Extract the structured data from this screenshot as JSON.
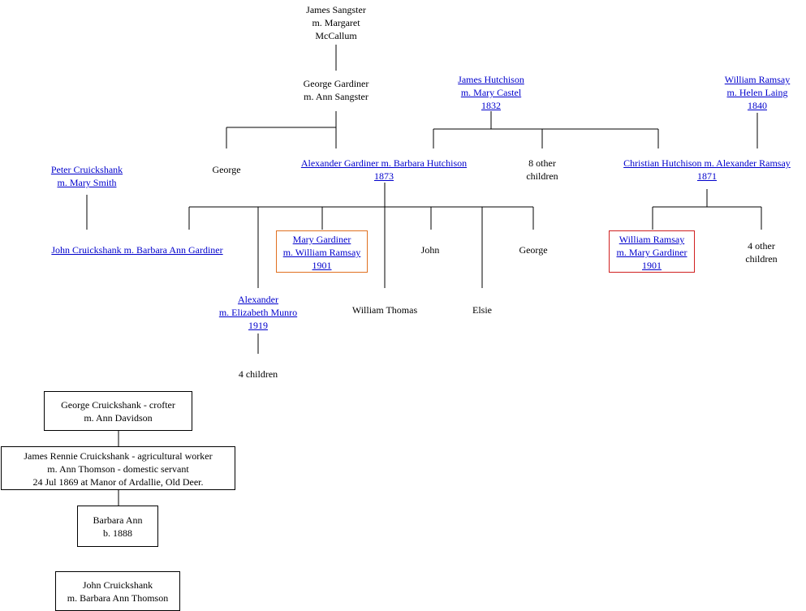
{
  "colors": {
    "link": "#0000cc",
    "line": "#000000",
    "orange_box": "#e07020",
    "red_box": "#d02020"
  },
  "people": {
    "james_sangster": [
      "James Sangster",
      "m. Margaret",
      "McCallum"
    ],
    "george_gardiner": [
      "George Gardiner",
      "m. Ann Sangster"
    ],
    "james_hutchison": [
      "James Hutchison",
      "m. Mary Castel",
      "1832"
    ],
    "william_ramsay_sr": [
      "William Ramsay",
      "m. Helen Laing",
      "1840"
    ],
    "george_child": "George",
    "alexander_gardiner": [
      "Alexander Gardiner m. Barbara Hutchison",
      "1873"
    ],
    "eight_other": [
      "8 other",
      "children"
    ],
    "christian_hutchison": [
      "Christian Hutchison m. Alexander Ramsay",
      "1871"
    ],
    "peter_cruickshank": [
      "Peter Cruickshank",
      "m. Mary Smith"
    ],
    "john_cruickshank_barbara": "John Cruickshank m. Barbara Ann Gardiner",
    "mary_gardiner": [
      "Mary Gardiner",
      "m. William Ramsay",
      "1901"
    ],
    "john_child": "John",
    "george_child2": "George",
    "william_ramsay_jr": [
      "William Ramsay",
      "m. Mary Gardiner",
      "1901"
    ],
    "four_other": [
      "4 other",
      "children"
    ],
    "alexander_munro": [
      "Alexander",
      "m. Elizabeth Munro",
      "1919"
    ],
    "william_thomas": "William Thomas",
    "elsie": "Elsie",
    "four_children": "4 children",
    "george_cruickshank": [
      "George Cruickshank - crofter",
      "m. Ann Davidson"
    ],
    "james_rennie": [
      "James Rennie Cruickshank - agricultural worker",
      "m. Ann Thomson - domestic servant",
      "24 Jul 1869 at Manor of Ardallie, Old Deer."
    ],
    "barbara_ann": [
      "Barbara Ann",
      "b. 1888"
    ],
    "john_cruickshank_thomson": [
      "John Cruickshank",
      "m. Barbara Ann Thomson"
    ]
  }
}
